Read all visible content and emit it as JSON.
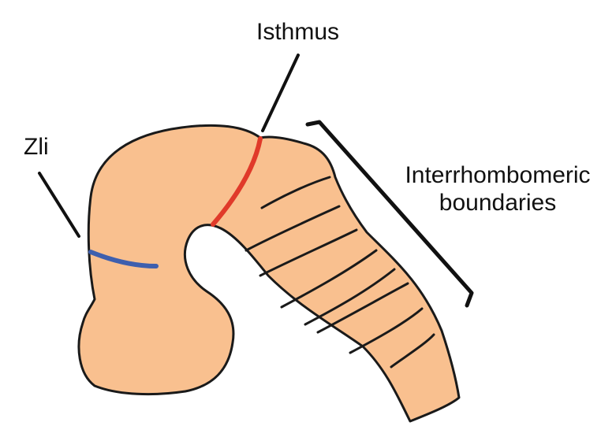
{
  "labels": {
    "isthmus": "Isthmus",
    "zli": "Zli",
    "interrhombomeric_line1": "Interrhombomeric",
    "interrhombomeric_line2": "boundaries"
  },
  "colors": {
    "brain_fill": "#f9c08f",
    "outline": "#1a1a1a",
    "isthmus_boundary": "#e03a2a",
    "zli_boundary": "#3e5fae",
    "pointer": "#111111"
  },
  "rhombomere_boundary_count": 8
}
